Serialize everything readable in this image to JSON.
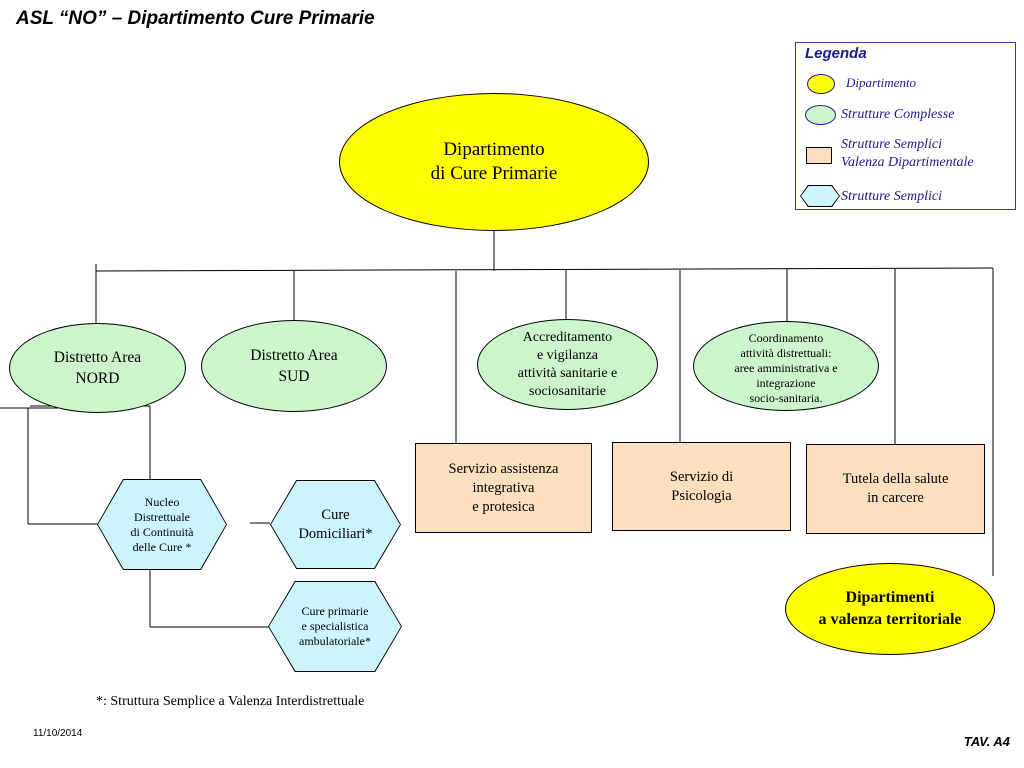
{
  "title": "ASL “NO” – Dipartimento Cure Primarie",
  "legend": {
    "title": "Legenda",
    "items": [
      {
        "label": "Dipartimento",
        "shape": "yellow-ellipse",
        "color": "#ffff00"
      },
      {
        "label": "Strutture Complesse",
        "shape": "green-ellipse",
        "color": "#ccf5cc"
      },
      {
        "label": "Strutture Semplici\nValenza Dipartimentale",
        "shape": "peach-rectangle",
        "color": "#fbdfbe"
      },
      {
        "label": "Strutture Semplici",
        "shape": "blue-hexagon",
        "color": "#ccf5fb"
      }
    ]
  },
  "nodes": {
    "main": "Dipartimento\ndi Cure Primarie",
    "distretto_nord": "Distretto Area\nNORD",
    "distretto_sud": "Distretto Area\nSUD",
    "accreditamento": "Accreditamento\ne vigilanza\nattività sanitarie e\nsociosanitarie",
    "coordinamento": "Coordinamento\nattività distrettuali:\naree amministrativa e\nintegrazione\nsocio-sanitaria.",
    "servizio_assistenza": "Servizio assistenza\nintegrativa\ne protesica",
    "servizio_psicologia": "Servizio di\nPsicologia",
    "tutela_salute": "Tutela della salute\nin carcere",
    "dipartimenti_territoriale": "Dipartimenti\na  valenza territoriale",
    "nucleo": "Nucleo\nDistrettuale\ndi Continuità\ndelle Cure *",
    "cure_domiciliari": "Cure\nDomiciliari*",
    "cure_primarie": "Cure primarie\ne specialistica\nambulatoriale*"
  },
  "footnote": "*: Struttura Semplice a Valenza Interdistrettuale",
  "date": "11/10/2014",
  "tav": "TAV. A4"
}
